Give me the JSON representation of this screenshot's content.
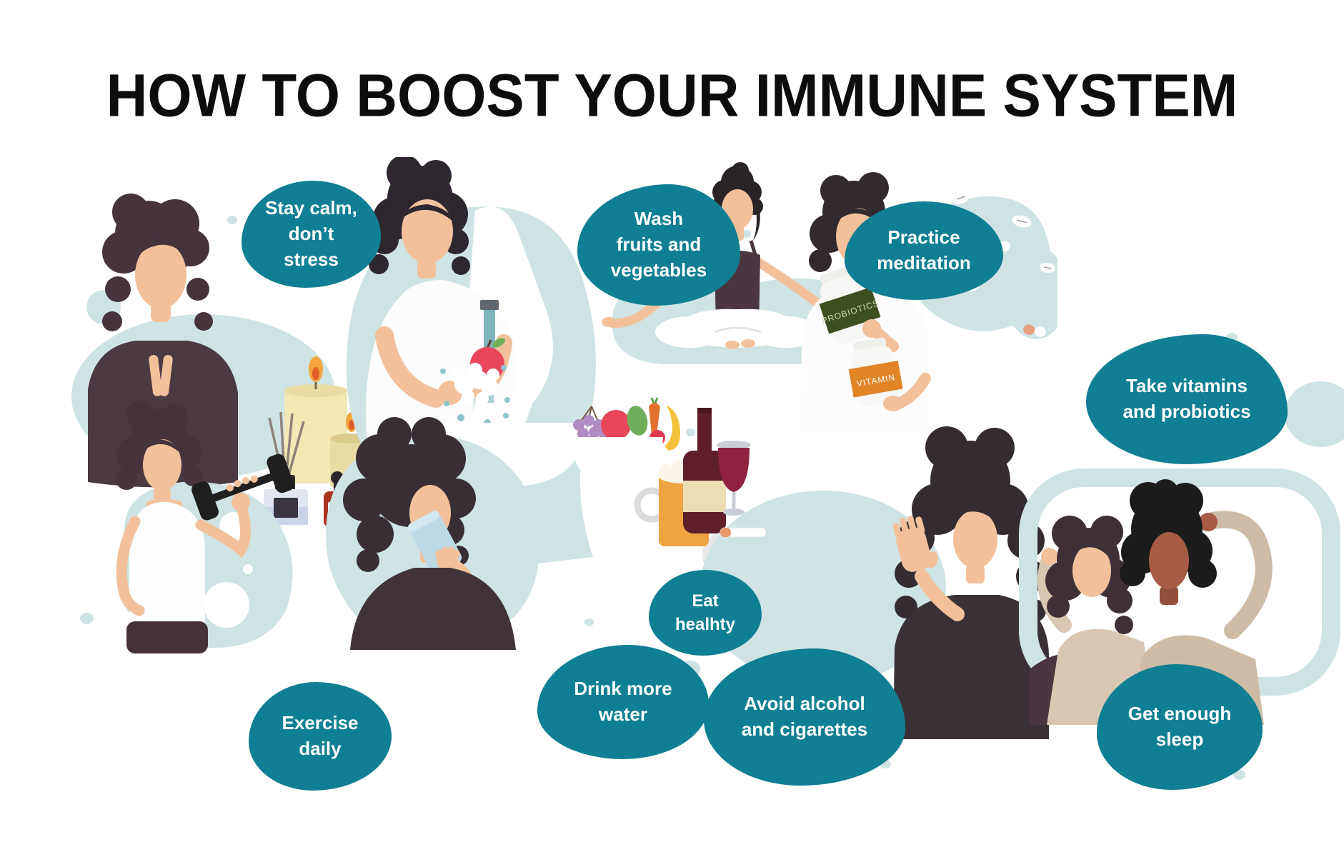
{
  "title": "HOW TO BOOST YOUR IMMUNE SYSTEM",
  "tips": {
    "stay_calm": "Stay calm,\ndon’t\nstress",
    "wash": "Wash\nfruits and\nvegetables",
    "meditation": "Practice\nmeditation",
    "vitamins": "Take vitamins\nand probiotics",
    "exercise": "Exercise\ndaily",
    "water": "Drink more\nwater",
    "eat": "Eat\nhealhty",
    "alcohol": "Avoid alcohol\nand cigarettes",
    "sleep": "Get enough\nsleep"
  },
  "product_labels": {
    "probiotics": "PROBIOTICS",
    "vitamin": "VITAMIN"
  },
  "colors": {
    "bubble_teal": "#107f93",
    "bubble_text": "#ffffff",
    "background_blob": "#cfe3e4",
    "title_text": "#0d0d0d",
    "skin_light": "#f2c19c",
    "skin_dark": "#a85b44",
    "hair_brown": "#46333c",
    "hair_black": "#1c1b1b",
    "beer_amber": "#f0a441",
    "wine_maroon": "#5e1f2b",
    "candle_cream": "#f1e8b4",
    "probiotics_label_green": "#3e4f1f",
    "vitamin_label_orange": "#e08426"
  }
}
